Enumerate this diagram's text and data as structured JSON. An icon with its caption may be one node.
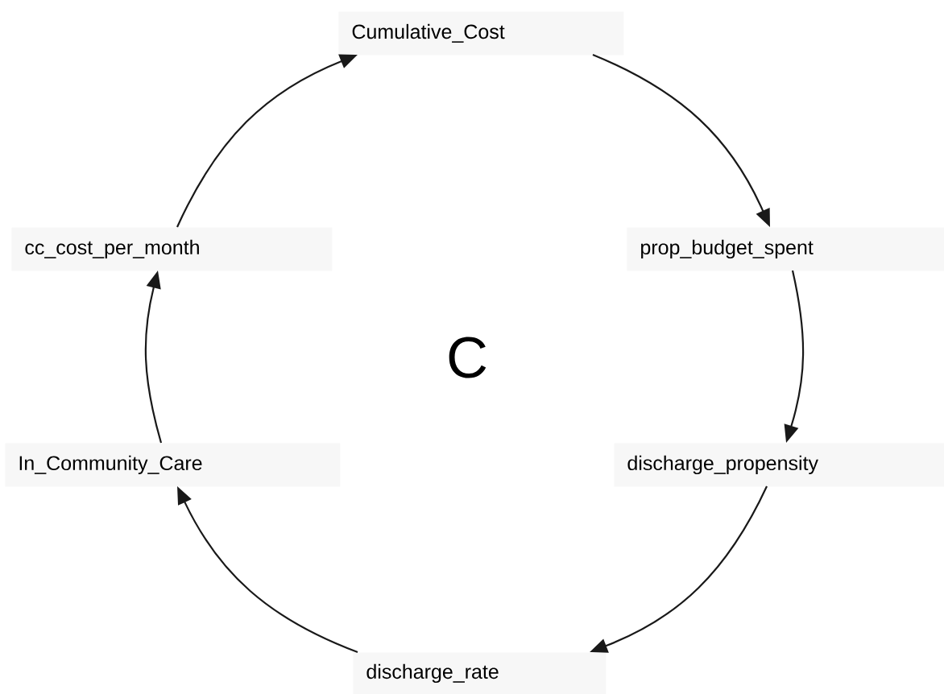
{
  "diagram": {
    "nodes": [
      {
        "text": [
          "Cumulative_Cost"
        ]
      },
      {
        "text": [
          "prop_budget_spent"
        ]
      },
      {
        "text": [
          "discharge_propensity"
        ]
      },
      {
        "text": [
          "discharge_rate"
        ]
      },
      {
        "text": [
          "In_Community_Care"
        ]
      },
      {
        "text": [
          "cc_cost_per_month"
        ]
      }
    ],
    "edges": [
      {
        "from": 0,
        "to": 1,
        "arrow": "to"
      },
      {
        "from": 1,
        "to": 2,
        "arrow": "to"
      },
      {
        "from": 2,
        "to": 3,
        "arrow": "to"
      },
      {
        "from": 3,
        "to": 4,
        "arrow": "to"
      },
      {
        "from": 4,
        "to": 5,
        "arrow": "to"
      },
      {
        "from": 5,
        "to": 0,
        "arrow": "to"
      }
    ],
    "labels": [
      "C"
    ]
  }
}
